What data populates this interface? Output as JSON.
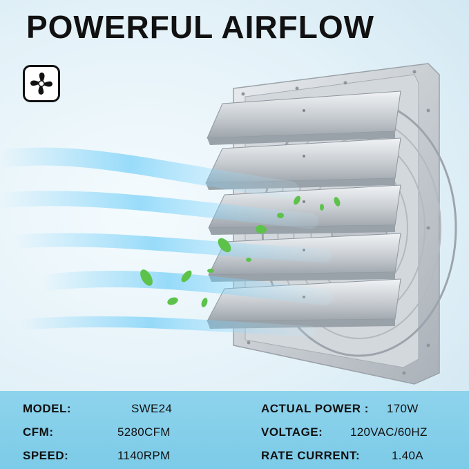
{
  "headline": "POWERFUL AIRFLOW",
  "badge_icon": "fan-icon",
  "colors": {
    "spec_bar": "#86cfea",
    "airflow": "#4fc3f7",
    "leaf": "#5cc24a"
  },
  "specs": {
    "model": {
      "label": "MODEL:",
      "value": "SWE24"
    },
    "cfm": {
      "label": "CFM:",
      "value": "5280CFM"
    },
    "speed": {
      "label": "SPEED:",
      "value": "1140RPM"
    },
    "power": {
      "label": "ACTUAL POWER :",
      "value": "170W"
    },
    "voltage": {
      "label": "VOLTAGE:",
      "value": "120VAC/60HZ"
    },
    "current": {
      "label": "RATE CURRENT:",
      "value": "1.40A"
    }
  }
}
